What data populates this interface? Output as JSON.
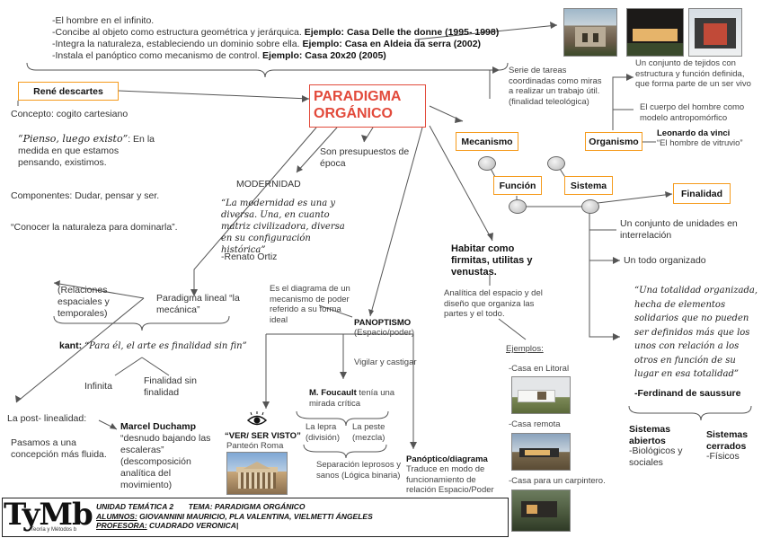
{
  "header_list": {
    "line1": "-El hombre en el infinito.",
    "line2_a": "-Concibe al objeto como estructura geométrica y jerárquica. ",
    "line2_b": "Ejemplo: Casa Delle the donne (1995- 1998)",
    "line3_a": "-Integra la naturaleza, estableciendo un dominio sobre ella. ",
    "line3_b": "Ejemplo: Casa en Aldeia da serra (2002)",
    "line4_a": "-Instala el panóptico como mecanismo de control. ",
    "line4_b": "Ejemplo: Casa 20x20 (2005)"
  },
  "title": {
    "line1": "PARADIGMA",
    "line2": "ORGÁNICO"
  },
  "rene": {
    "box": "René descartes",
    "concepto": "Concepto: cogito cartesiano",
    "quote": "“Pienso, luego existo”",
    "quote_rest": ": En la medida en que estamos pensando, existimos.",
    "componentes": "Componentes: Dudar, pensar y ser.",
    "conocer": "“Conocer la naturaleza para dominarla”."
  },
  "presupuestos": "Son presupuestos de época",
  "modernidad": {
    "label": "MODERNIDAD",
    "quote": "“La modernidad es una y diversa. Una, en cuanto matriz civilizadora, diversa en su configuración histórica”",
    "author": "-Renato Ortiz"
  },
  "mecanismo": {
    "desc": "Serie de tareas coordinadas como miras a realizar un trabajo útil. (finalidad teleológica)",
    "box": "Mecanismo"
  },
  "organismo": {
    "desc1": "Un conjunto de tejidos con estructura y función definida, que forma parte de un ser vivo",
    "desc2": "El cuerpo del hombre como modelo antropomórfico",
    "box": "Organismo",
    "leonardo": "Leonardo da vinci",
    "vitruvio": "“El hombre de vitruvio”"
  },
  "funcion": "Función",
  "sistema": {
    "box": "Sistema",
    "def1": "Un conjunto de unidades en interrelación",
    "def2": "Un todo organizado",
    "quote": "“Una totalidad organizada, hecha de elementos solidarios que no pueden ser definidos más que los unos con relación a los otros en función de su lugar en esa totalidad”",
    "author": "-Ferdinand de saussure",
    "abiertos_t": "Sistemas abiertos",
    "abiertos_d": "-Biológicos y sociales",
    "cerrados_t": "Sistemas cerrados",
    "cerrados_d": "-Físicos"
  },
  "finalidad": "Finalidad",
  "habitar": {
    "title": "Habitar como firmitas, utilitas y venustas.",
    "desc": "Analítica del espacio y del diseño que organiza las partes y el todo.",
    "ejemplos": "Ejemplos:",
    "casa1": "-Casa en Litoral",
    "casa2": "-Casa remota",
    "casa3": "-Casa para un carpintero."
  },
  "lineal": {
    "relaciones": "(Relaciones espaciales y temporales)",
    "paradigma": "Paradigma lineal “la mecánica”",
    "kant_b": "kant: ",
    "kant_q": "“Para él, el arte es finalidad sin fin”",
    "infinita": "Infinita",
    "sinfin": "Finalidad sin finalidad",
    "postlineal": "La post- linealidad:",
    "pasamos": "Pasamos a una concepción más fluida.",
    "duchamp": "Marcel Duchamp",
    "duchamp_desc": "“desnudo bajando las escaleras” (descomposición analítica del movimiento)"
  },
  "panoptismo": {
    "desc": "Es el diagrama de un mecanismo de poder referido a su forma ideal",
    "title": "PANOPTISMO",
    "sub": "(Espacio/poder)",
    "vigilar": "Vigilar y castigar",
    "foucault_b": "M. Foucault",
    "foucault_r": " tenía una mirada crítica",
    "lepra": "La lepra (división)",
    "peste": "La peste (mezcla)",
    "separacion": "Separación leprosos y sanos (Lógica binaria)",
    "ver": "“VER/ SER VISTO”",
    "panteon": "Panteón Roma",
    "diagrama_t": "Panóptico/diagrama",
    "diagrama_d": "Traduce en modo de funcionamiento de relación Espacio/Poder"
  },
  "footer": {
    "logo": "TyMb",
    "logo_sub": "Teoría y Métodos b",
    "unidad_l": "UNIDAD TEMÁTICA 2",
    "tema_l": "TEMA: PARADIGMA ORGÁNICO",
    "alumnos_l": "ALUMNOS:",
    "alumnos": " GIOVANNINI MAURICIO, PLA VALENTINA, VIELMETTI ÁNGELES",
    "profesora_l": "PROFESORA:",
    "profesora": " CUADRADO VERONICA|"
  }
}
